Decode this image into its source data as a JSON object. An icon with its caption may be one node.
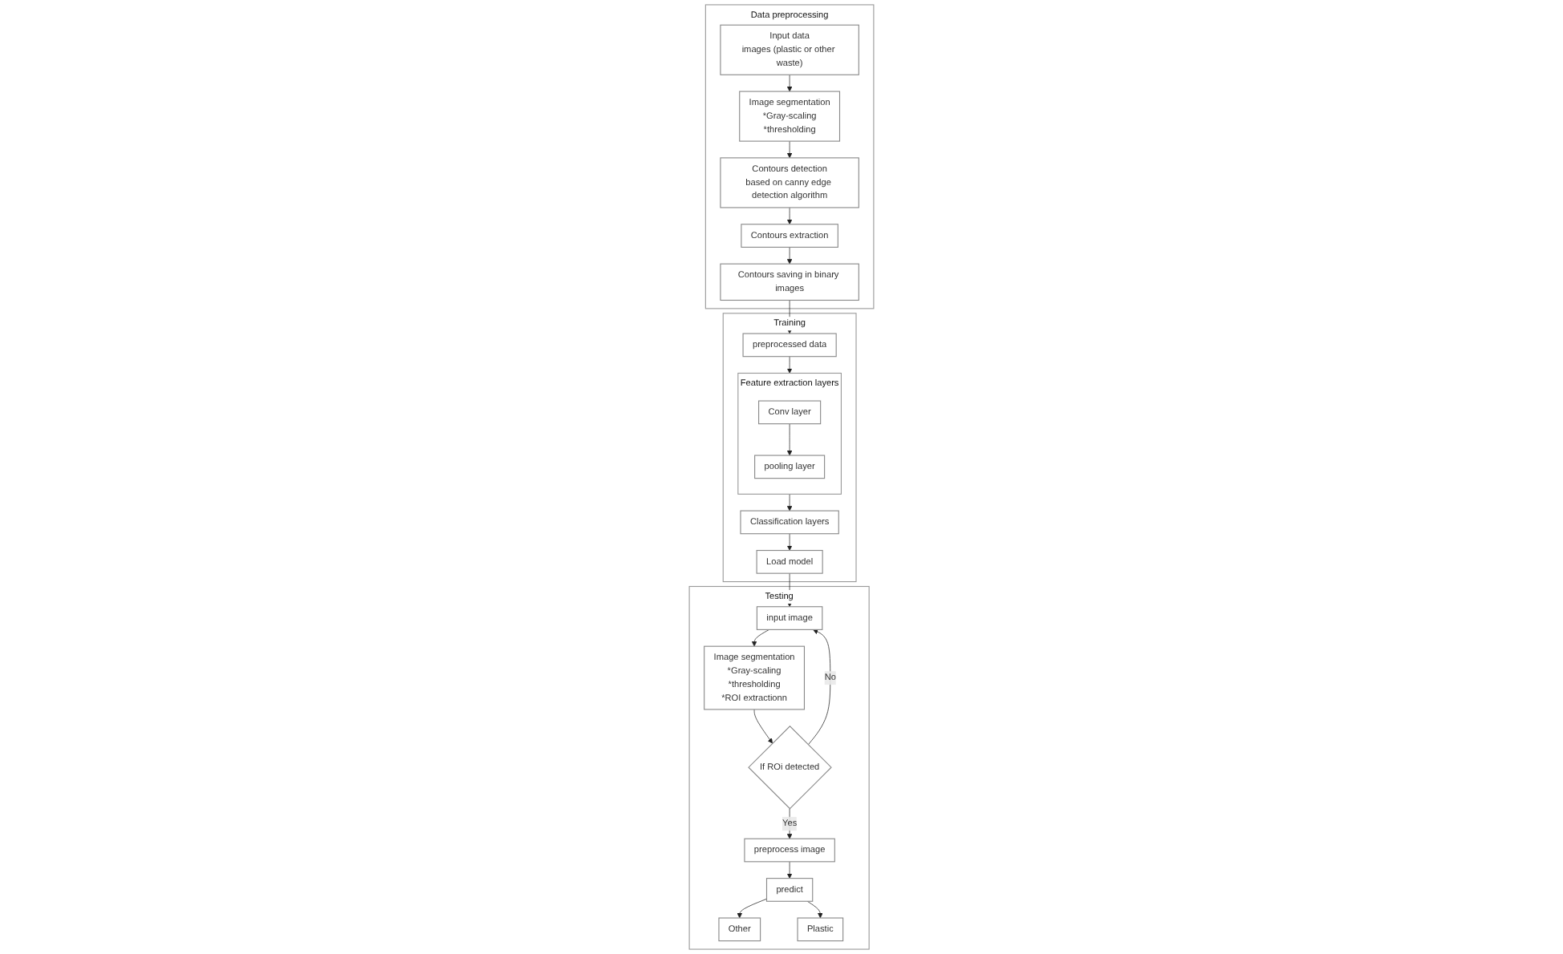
{
  "diagram": {
    "nodes": [
      {
        "text": [
          "Data preprocessing"
        ]
      },
      {
        "text": [
          "Input data",
          "images (plastic or other waste)"
        ],
        "in": 0
      },
      {
        "text": [
          "Image segmentation",
          "*Gray-scaling",
          "*thresholding"
        ],
        "in": 0
      },
      {
        "text": [
          "Contours detection",
          "based on canny edge detection algorithm"
        ],
        "in": 0
      },
      {
        "text": [
          "Contours extraction"
        ],
        "in": 0
      },
      {
        "text": [
          "Contours saving in binary images"
        ],
        "in": 0
      },
      {
        "text": [
          "Training"
        ]
      },
      {
        "text": [
          "preprocessed data"
        ],
        "in": 6
      },
      {
        "text": [
          "Feature extraction layers"
        ],
        "in": 6
      },
      {
        "text": [
          "Conv layer"
        ],
        "in": 8
      },
      {
        "text": [
          "pooling layer"
        ],
        "in": 8
      },
      {
        "text": [
          "Classification layers"
        ],
        "in": 6
      },
      {
        "text": [
          "Load model"
        ],
        "in": 6
      },
      {
        "text": [
          "Testing"
        ]
      },
      {
        "text": [
          "input image"
        ],
        "in": 13
      },
      {
        "text": [
          "Image segmentation",
          "*Gray-scaling",
          "*thresholding",
          "*ROI extractionn"
        ],
        "in": 13
      },
      {
        "text": [
          "If ROi detected"
        ],
        "in": 13
      },
      {
        "text": [
          "preprocess image"
        ],
        "in": 13
      },
      {
        "text": [
          "predict"
        ],
        "in": 13
      },
      {
        "text": [
          "Other"
        ],
        "in": 13
      },
      {
        "text": [
          "Plastic"
        ],
        "in": 13
      }
    ],
    "edges": [
      {
        "from": 1,
        "to": 2,
        "arrow": "to"
      },
      {
        "from": 2,
        "to": 3,
        "arrow": "to"
      },
      {
        "from": 3,
        "to": 4,
        "arrow": "to"
      },
      {
        "from": 4,
        "to": 5,
        "arrow": "to"
      },
      {
        "from": 5,
        "to": 7,
        "arrow": "to"
      },
      {
        "from": 7,
        "to": 8,
        "arrow": "to"
      },
      {
        "from": 9,
        "to": 10,
        "arrow": "to"
      },
      {
        "from": 8,
        "to": 11,
        "arrow": "to"
      },
      {
        "from": 11,
        "to": 12,
        "arrow": "to"
      },
      {
        "from": 12,
        "to": 14,
        "arrow": "to"
      },
      {
        "from": 14,
        "to": 15,
        "arrow": "to"
      },
      {
        "from": 15,
        "to": 16,
        "arrow": "to"
      },
      {
        "from": 16,
        "to": 14,
        "label": "No",
        "arrow": "to"
      },
      {
        "from": 16,
        "to": 17,
        "label": "Yes",
        "arrow": "to"
      },
      {
        "from": 17,
        "to": 18,
        "arrow": "to"
      },
      {
        "from": 18,
        "to": 19,
        "arrow": "to"
      },
      {
        "from": 18,
        "to": 20,
        "arrow": "to"
      }
    ]
  }
}
